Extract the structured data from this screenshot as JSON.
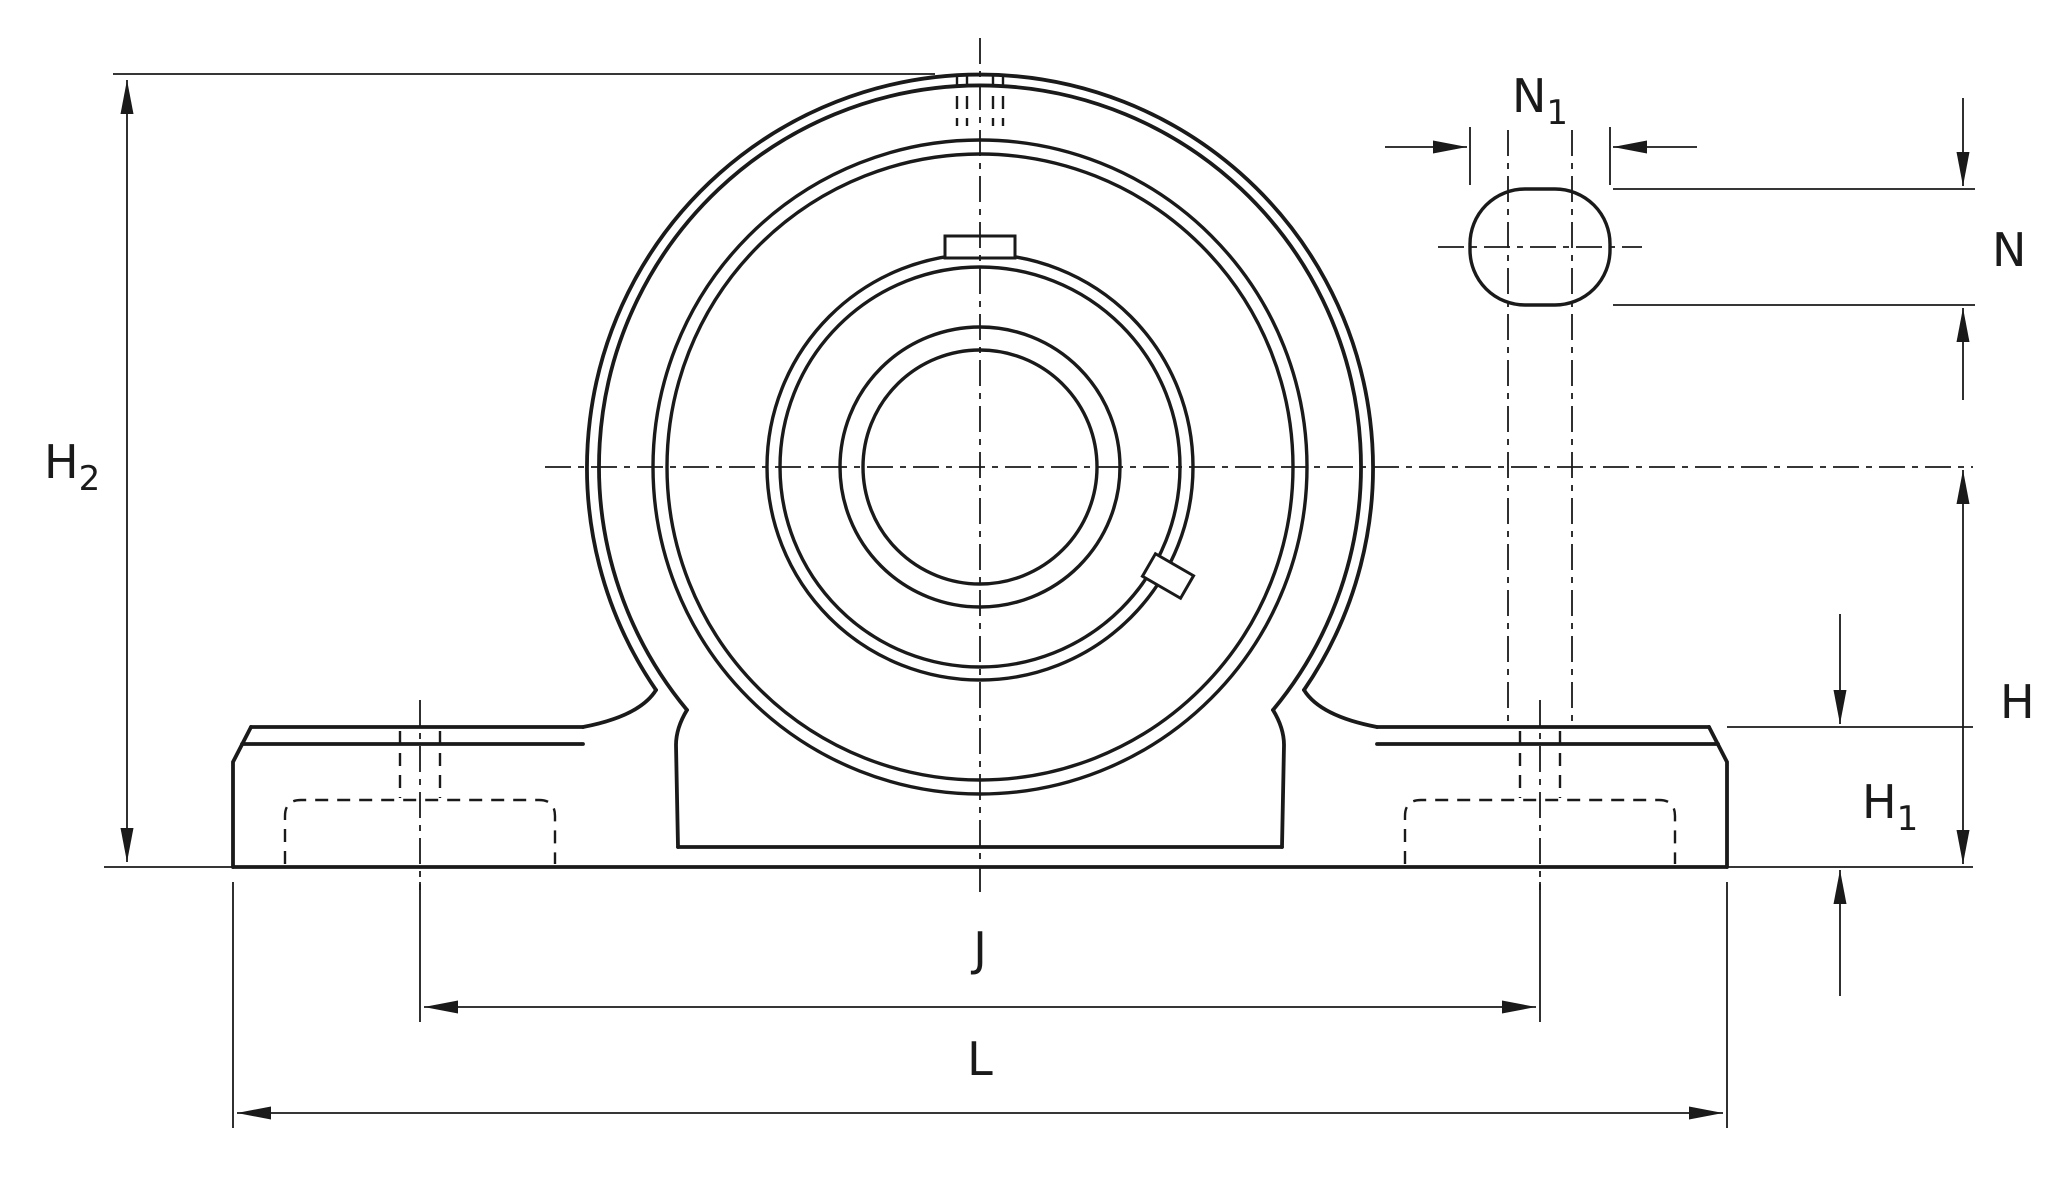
{
  "drawing": {
    "name": "pillow-block-bearing-unit-dimension-drawing",
    "background": "#ffffff",
    "line_color": "#1a1a1a",
    "labels": {
      "H2": {
        "main": "H",
        "sub": "2"
      },
      "N1": {
        "main": "N",
        "sub": "1"
      },
      "N": "N",
      "H": "H",
      "H1": {
        "main": "H",
        "sub": "1"
      },
      "J": "J",
      "L": "L"
    }
  }
}
